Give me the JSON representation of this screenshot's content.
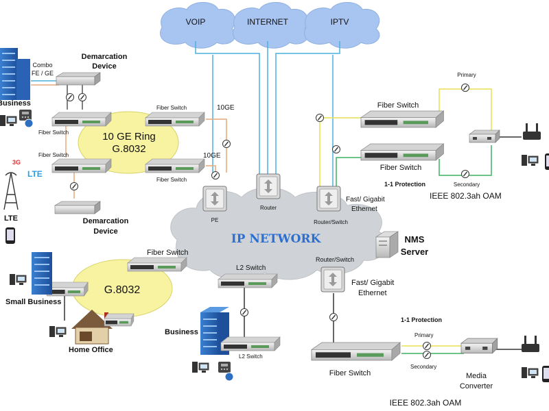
{
  "clouds": {
    "voip": "VOIP",
    "internet": "INTERNET",
    "iptv": "IPTV",
    "ip_network": "IP NETWORK"
  },
  "labels": {
    "combo_line1": "Combo",
    "combo_line2": "FE / GE",
    "demarc_top_line1": "Demarcation",
    "demarc_top_line2": "Device",
    "business_left": "Business",
    "fiber_switch_ring_tl": "Fiber Switch",
    "fiber_switch_ring_tr": "Fiber Switch",
    "ring_10ge_line1": "10 GE Ring",
    "ring_10ge_line2": "G.8032",
    "fiber_switch_ring_ml": "Fiber Switch",
    "fiber_switch_ring_mr": "Fiber Switch",
    "ge_top": "10GE",
    "ge_mid": "10GE",
    "g3": "3G",
    "lte_logo": "LTE",
    "lte": "LTE",
    "demarc_bottom_line1": "Demarcation",
    "demarc_bottom_line2": "Device",
    "pe": "PE",
    "router": "Router",
    "router_switch_top": "Router/Switch",
    "fast_gig_top_line1": "Fast/ Gigabit",
    "fast_gig_top_line2": "Ethernet",
    "fiber_switch_right_top": "Fiber Switch",
    "fiber_switch_right_mid": "Fiber Switch",
    "primary_top": "Primary",
    "secondary_top": "Secondary",
    "protection_top": "1-1 Protection",
    "oam_top": "IEEE 802.3ah OAM",
    "nms_line1": "NMS",
    "nms_line2": "Server",
    "fiber_switch_g8032": "Fiber Switch",
    "ring_g8032": "G.8032",
    "small_business": "Small Business",
    "home_office": "Home Office",
    "l2_switch_top": "L2 Switch",
    "router_switch_bottom": "Router/Switch",
    "fast_gig_bottom_line1": "Fast/ Gigabit",
    "fast_gig_bottom_line2": "Ethernet",
    "business_bottom": "Business",
    "l2_switch_bottom": "L2 Switch",
    "protection_bottom": "1-1 Protection",
    "primary_bottom": "Primary",
    "secondary_bottom": "Secondary",
    "fiber_switch_bottom": "Fiber Switch",
    "media_converter_line1": "Media",
    "media_converter_line2": "Converter",
    "oam_bottom": "IEEE 802.3ah OAM"
  },
  "colors": {
    "cloud_fill": "#a8c4f0",
    "ip_cloud_fill": "#cfd2d6",
    "ring_fill": "#f7f3a0",
    "ip_network_text": "#2b6fd1",
    "fiber_line": "#e8a878",
    "uplink_line": "#4ab0e0",
    "primary_line": "#e8e050",
    "secondary_line": "#3cb060",
    "lte_3g": "#e03030",
    "lte_logo": "#2d9be0"
  }
}
